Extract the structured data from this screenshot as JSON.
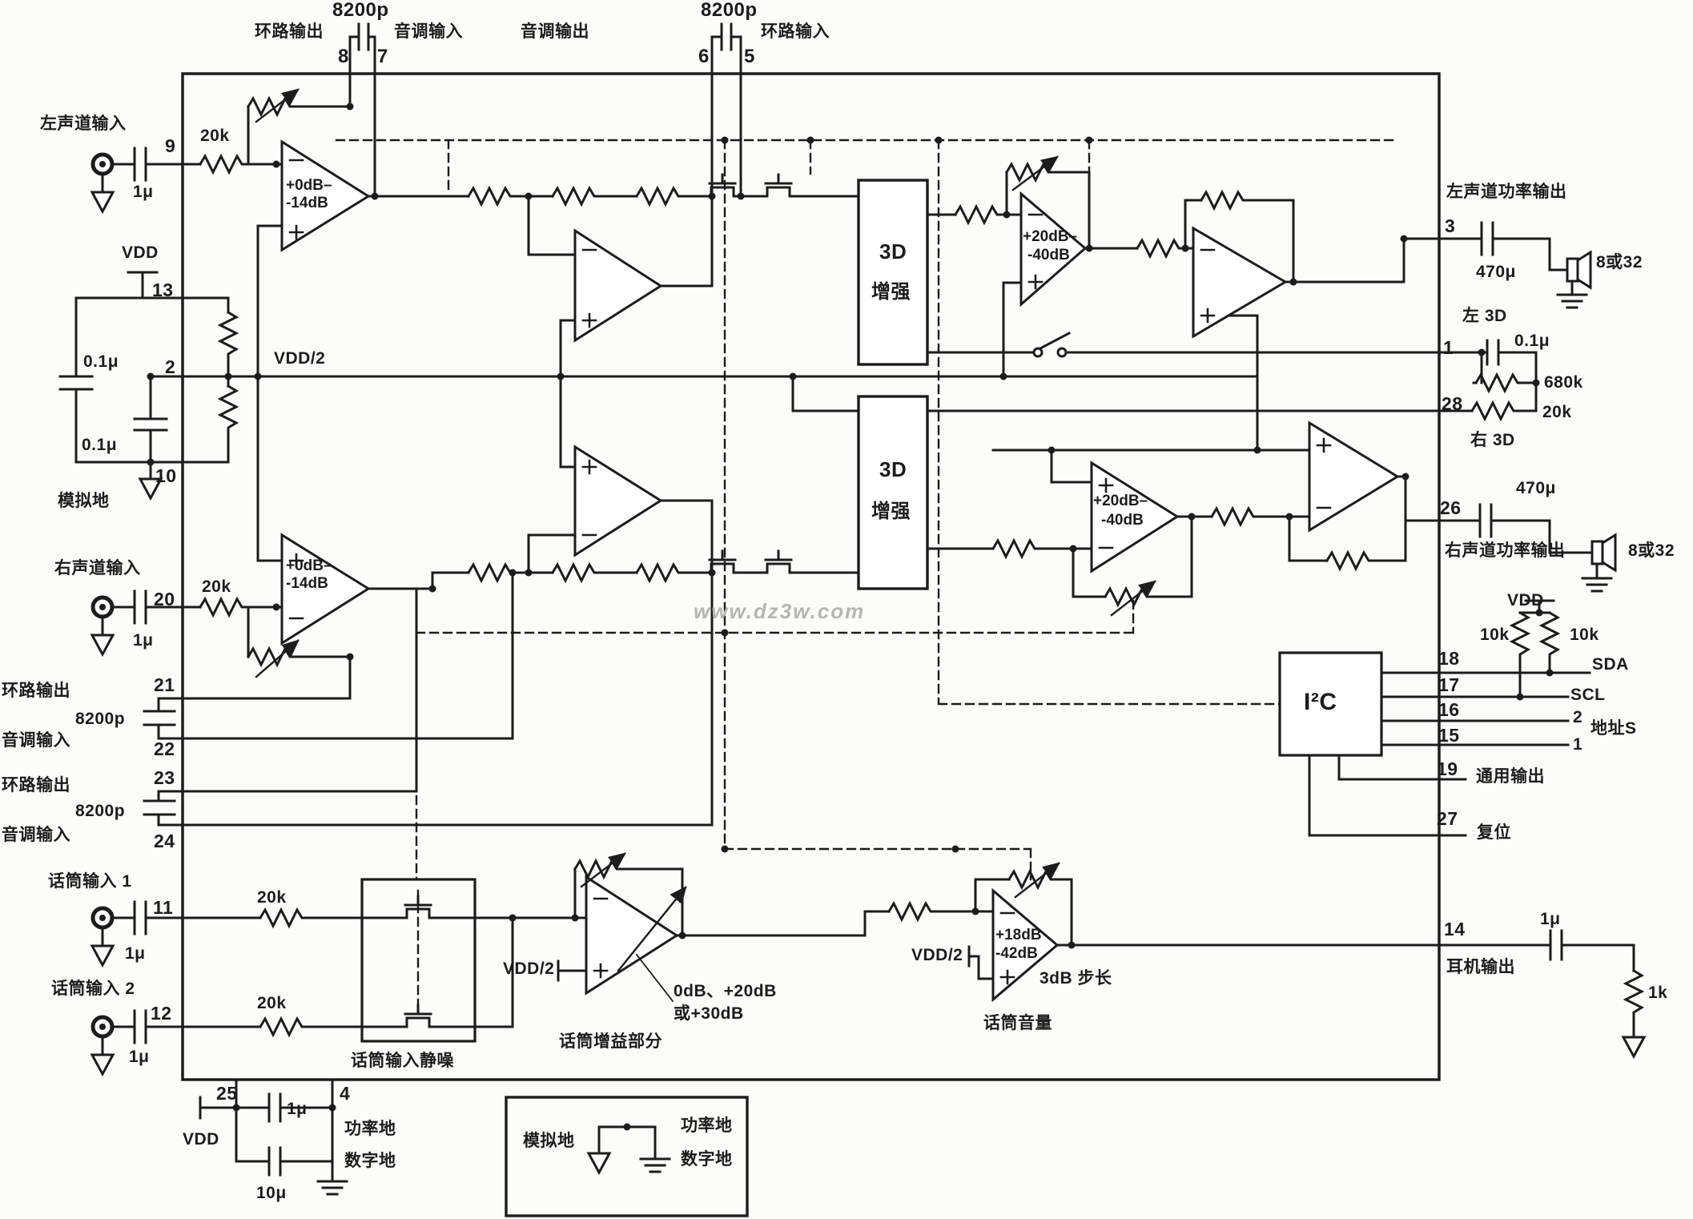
{
  "watermark": "www.dz3w.com",
  "top_pins": {
    "loop_out": "环路输出",
    "cap1": "8200p",
    "pin8": "8",
    "pin7": "7",
    "tone_in": "音调输入",
    "tone_out": "音调输出",
    "cap2": "8200p",
    "pin6": "6",
    "pin5": "5",
    "loop_in": "环路输入"
  },
  "left_inputs": {
    "lch_label": "左声道输入",
    "pin9": "9",
    "lch_cap": "1μ",
    "lch_res": "20k",
    "amp1_gain1": "+0dB–",
    "amp1_gain2": "-14dB",
    "rch_label": "右声道输入",
    "pin20": "20",
    "rch_cap": "1μ",
    "rch_res": "20k",
    "amp2_gain1": "+0dB–",
    "amp2_gain2": "-14dB"
  },
  "bias": {
    "vdd": "VDD",
    "pin13": "13",
    "cap_top": "0.1μ",
    "pin2": "2",
    "vdd_half": "VDD/2",
    "cap_bottom": "0.1μ",
    "pin10": "10",
    "analog_gnd": "模拟地"
  },
  "loop_p": {
    "pin21": "21",
    "loop_out1": "环路输出",
    "cap1": "8200p",
    "tone_in1": "音调输入",
    "pin22": "22",
    "pin23": "23",
    "loop_out2": "环路输出",
    "cap2": "8200p",
    "tone_in2": "音调输入",
    "pin24": "24"
  },
  "enhance": {
    "box1_line1": "3D",
    "box1_line2": "增强",
    "box2_line1": "3D",
    "box2_line2": "增强",
    "amp3_gain1": "+20dB–",
    "amp3_gain2": "-40dB",
    "amp4_gain1": "+20dB–",
    "amp4_gain2": "-40dB"
  },
  "outputs": {
    "left_label": "左声道功率输出",
    "pin3": "3",
    "left_cap": "470μ",
    "left_load": "8或32",
    "left_3d": "左 3D",
    "pin1": "1",
    "cap_3d": "0.1μ",
    "res_680k": "680k",
    "pin28": "28",
    "res_20k": "20k",
    "right_3d": "右 3D",
    "right_cap": "470μ",
    "pin26": "26",
    "right_label": "右声道功率输出",
    "right_load": "8或32"
  },
  "i2c": {
    "vdd": "VDD",
    "res_a": "10k",
    "res_b": "10k",
    "pin18": "18",
    "sda": "SDA",
    "pin17": "17",
    "scl": "SCL",
    "pin16": "16",
    "addr2": "2",
    "pin15": "15",
    "addr1": "1",
    "addr_label": "地址S",
    "block": "I²C",
    "pin19": "19",
    "gp_out": "通用输出",
    "pin27": "27",
    "reset": "复位"
  },
  "headphone": {
    "pin14": "14",
    "cap": "1μ",
    "label": "耳机输出",
    "res": "1k"
  },
  "mic": {
    "in1_label": "话筒输入 1",
    "pin11": "11",
    "in1_cap": "1μ",
    "in1_res": "20k",
    "in2_label": "话筒输入 2",
    "pin12": "12",
    "in2_cap": "1μ",
    "in2_res": "20k",
    "mute_label": "话筒输入静噪",
    "vdd_half_a": "VDD/2",
    "gain_opt1": "0dB、+20dB",
    "gain_opt2": "或+30dB",
    "gain_label": "话筒增益部分",
    "vdd_half_b": "VDD/2",
    "vol_gain1": "+18dB",
    "vol_gain2": "-42dB",
    "vol_step": "3dB 步长",
    "vol_label": "话筒音量"
  },
  "power": {
    "pin25": "25",
    "vdd": "VDD",
    "cap1": "1μ",
    "pin4": "4",
    "power_gnd": "功率地",
    "digital_gnd": "数字地",
    "cap2": "10μ"
  },
  "legend": {
    "analog_gnd": "模拟地",
    "power_gnd": "功率地",
    "digital_gnd": "数字地"
  }
}
